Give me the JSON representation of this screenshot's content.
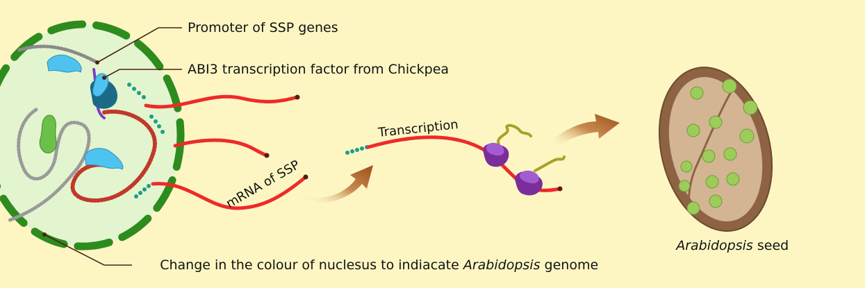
{
  "labels": {
    "promoter": "Promoter of SSP genes",
    "abi3": "ABI3 transcription factor from Chickpea",
    "mrna": "mRNA of SSP",
    "transcription": "Transcription",
    "seed_italic": "Arabidopsis",
    "seed_rest": " seed",
    "nucleus_pre": "Change in the colour of nuclesus to indiacate ",
    "nucleus_italic": "Arabidopsis",
    "nucleus_post": " genome"
  },
  "colors": {
    "background": "#fdf6c3",
    "nucleus_fill": "#e3f5cf",
    "nucleus_border": "#2e8b1e",
    "mrna": "#ee2a2a",
    "cap_beads": "#1f9e86",
    "ribosome": "#8e3fb5",
    "arrow": "#a0561f",
    "seed_coat": "#8d6344",
    "seed_inner": "#d3b594",
    "seed_spots": "#9ccc5a",
    "transcription_factor": "#4fc3ef",
    "leader_line": "#4a2414"
  }
}
